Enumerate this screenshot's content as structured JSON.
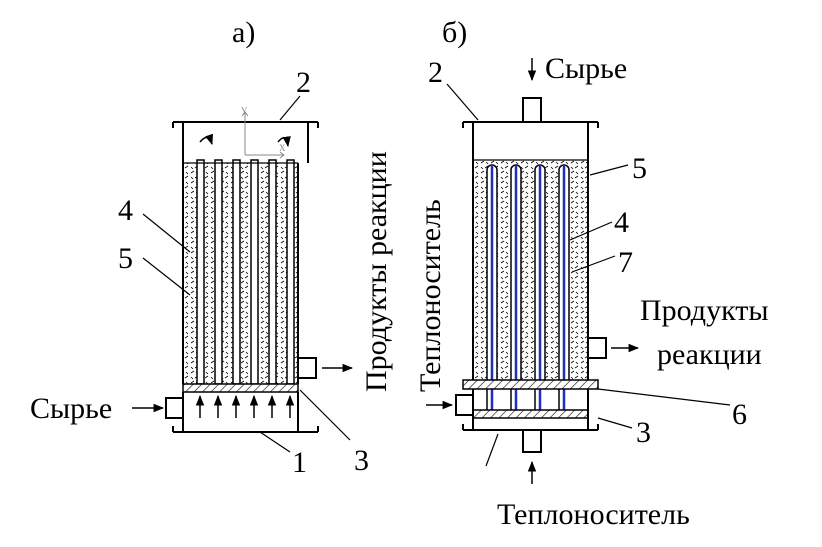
{
  "figure_a": {
    "caption": "а)",
    "labels": {
      "n1": "1",
      "n2": "2",
      "n3": "3",
      "n4": "4",
      "n5": "5",
      "feed": "Сырье",
      "products": "Продукты реакции"
    }
  },
  "figure_b": {
    "caption": "б)",
    "labels": {
      "n2": "2",
      "n3": "3",
      "n4": "4",
      "n5": "5",
      "n6": "6",
      "n7": "7",
      "feed": "Сырье",
      "products_line1": "Продукты",
      "products_line2": "реакции",
      "coolant_side": "Теплоноситель",
      "coolant_bottom": "Теплоноситель"
    }
  },
  "colors": {
    "line": "#000000",
    "tube_inner": "#1f2fb8"
  }
}
